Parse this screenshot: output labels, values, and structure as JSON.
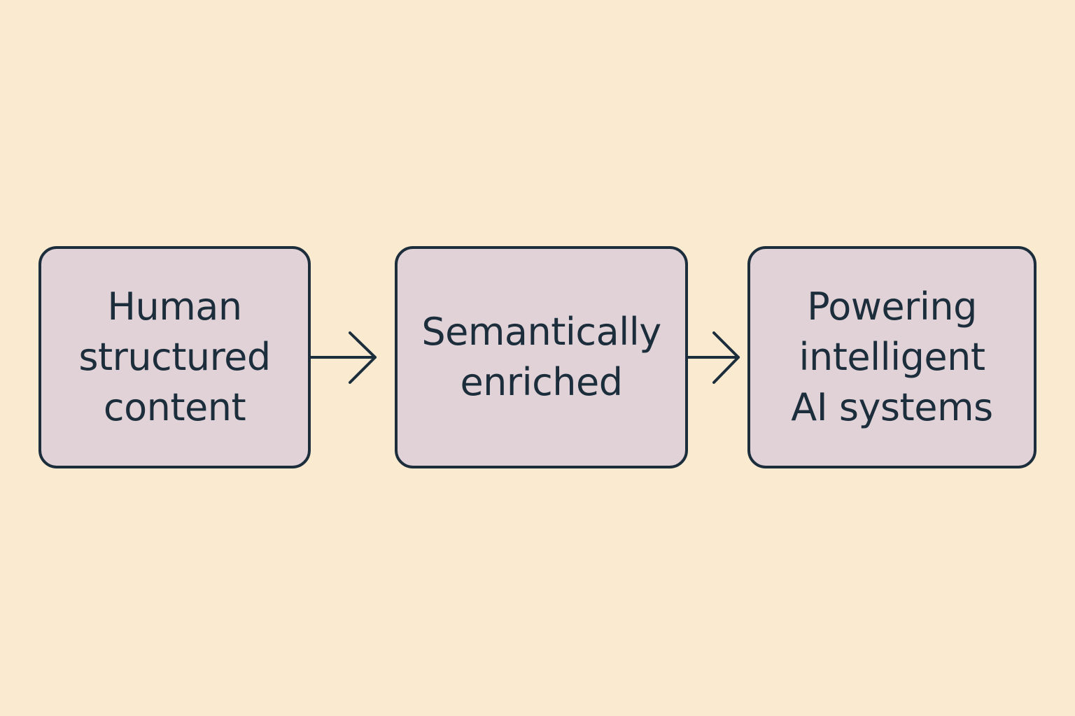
{
  "colors": {
    "background": "#f9ead0",
    "box_fill": "#e1d2d8",
    "stroke": "#1c2d3c",
    "text": "#1c2d3c"
  },
  "steps": [
    {
      "label": "Human\nstructured\ncontent"
    },
    {
      "label": "Semantically\nenriched"
    },
    {
      "label": "Powering\nintelligent\nAI systems"
    }
  ],
  "connectors": [
    {
      "from": 0,
      "to": 1,
      "icon": "arrow-right-icon"
    },
    {
      "from": 1,
      "to": 2,
      "icon": "arrow-right-icon"
    }
  ]
}
